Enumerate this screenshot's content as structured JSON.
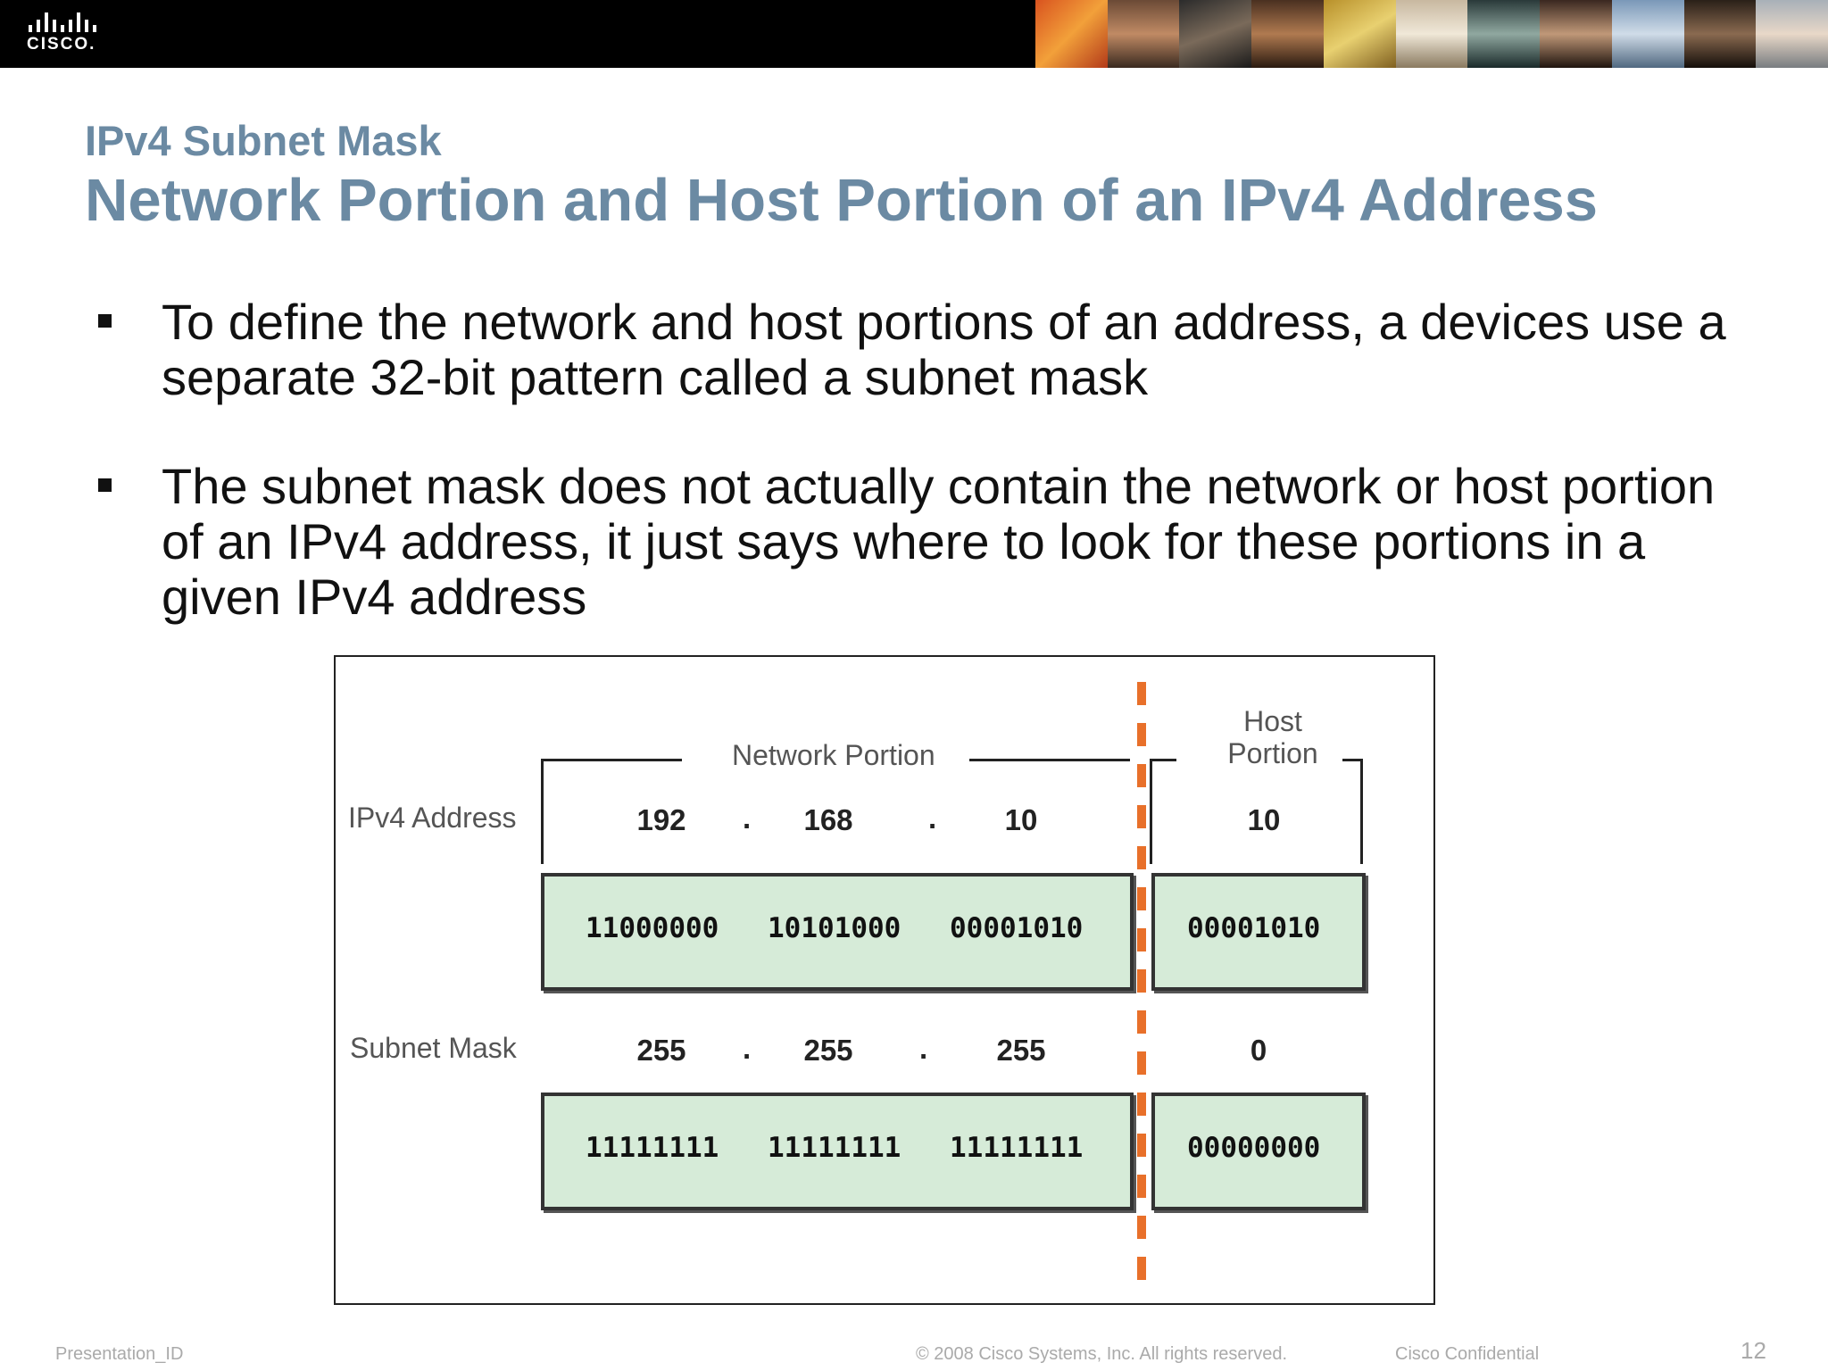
{
  "header": {
    "logo_text": "CISCO."
  },
  "slide": {
    "subtitle": "IPv4 Subnet Mask",
    "title": "Network Portion and Host Portion of an IPv4 Address",
    "bullets": [
      "To define the network and host portions of an address, a devices use a separate 32-bit pattern called a subnet mask",
      "The subnet mask does not actually contain the network or host portion of an IPv4 address, it just says where to look for these portions in a given IPv4 address"
    ]
  },
  "diagram": {
    "network_portion_label": "Network Portion",
    "host_portion_label_line1": "Host",
    "host_portion_label_line2": "Portion",
    "ipv4_label": "IPv4 Address",
    "mask_label": "Subnet Mask",
    "dot": ".",
    "ipv4_octets": [
      "192",
      "168",
      "10",
      "10"
    ],
    "ipv4_binary": [
      "11000000",
      "10101000",
      "00001010",
      "00001010"
    ],
    "mask_octets": [
      "255",
      "255",
      "255",
      "0"
    ],
    "mask_binary": [
      "11111111",
      "11111111",
      "11111111",
      "00000000"
    ],
    "divider_color": "#e8702a",
    "box_color": "#d6ebd8"
  },
  "footer": {
    "presentation_id": "Presentation_ID",
    "copyright": "© 2008 Cisco Systems, Inc. All rights reserved.",
    "confidential": "Cisco Confidential",
    "page_number": "12"
  }
}
